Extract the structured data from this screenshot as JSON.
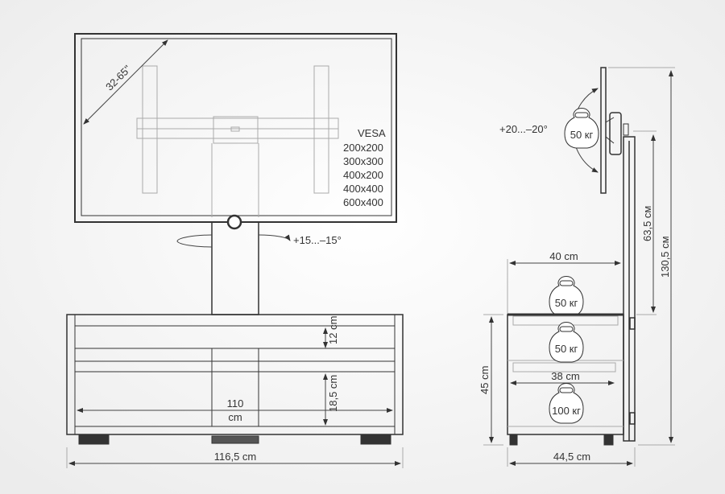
{
  "front_view": {
    "diagonal_label": "32-65\"",
    "vesa_title": "VESA",
    "vesa_sizes": [
      "200x200",
      "300x300",
      "400x200",
      "400x400",
      "600x400"
    ],
    "swivel_label": "+15...–15°",
    "shelf1_height": "12 cm",
    "shelf2_height": "18,5 cm",
    "inner_width_value": "110",
    "inner_width_unit": "cm",
    "total_width": "116,5 cm"
  },
  "side_view": {
    "tilt_label": "+20...–20°",
    "mount_load": "50 кг",
    "top_load": "50 кг",
    "middle_load": "50 кг",
    "bottom_load": "100 кг",
    "top_depth": "40 cm",
    "inner_depth": "38 cm",
    "total_depth": "44,5 cm",
    "cabinet_height": "45 cm",
    "pole_height": "63,5 см",
    "total_height": "130,5 см"
  },
  "colors": {
    "line": "#333333",
    "light": "#aaaaaa",
    "background": "#f4f4f4"
  }
}
